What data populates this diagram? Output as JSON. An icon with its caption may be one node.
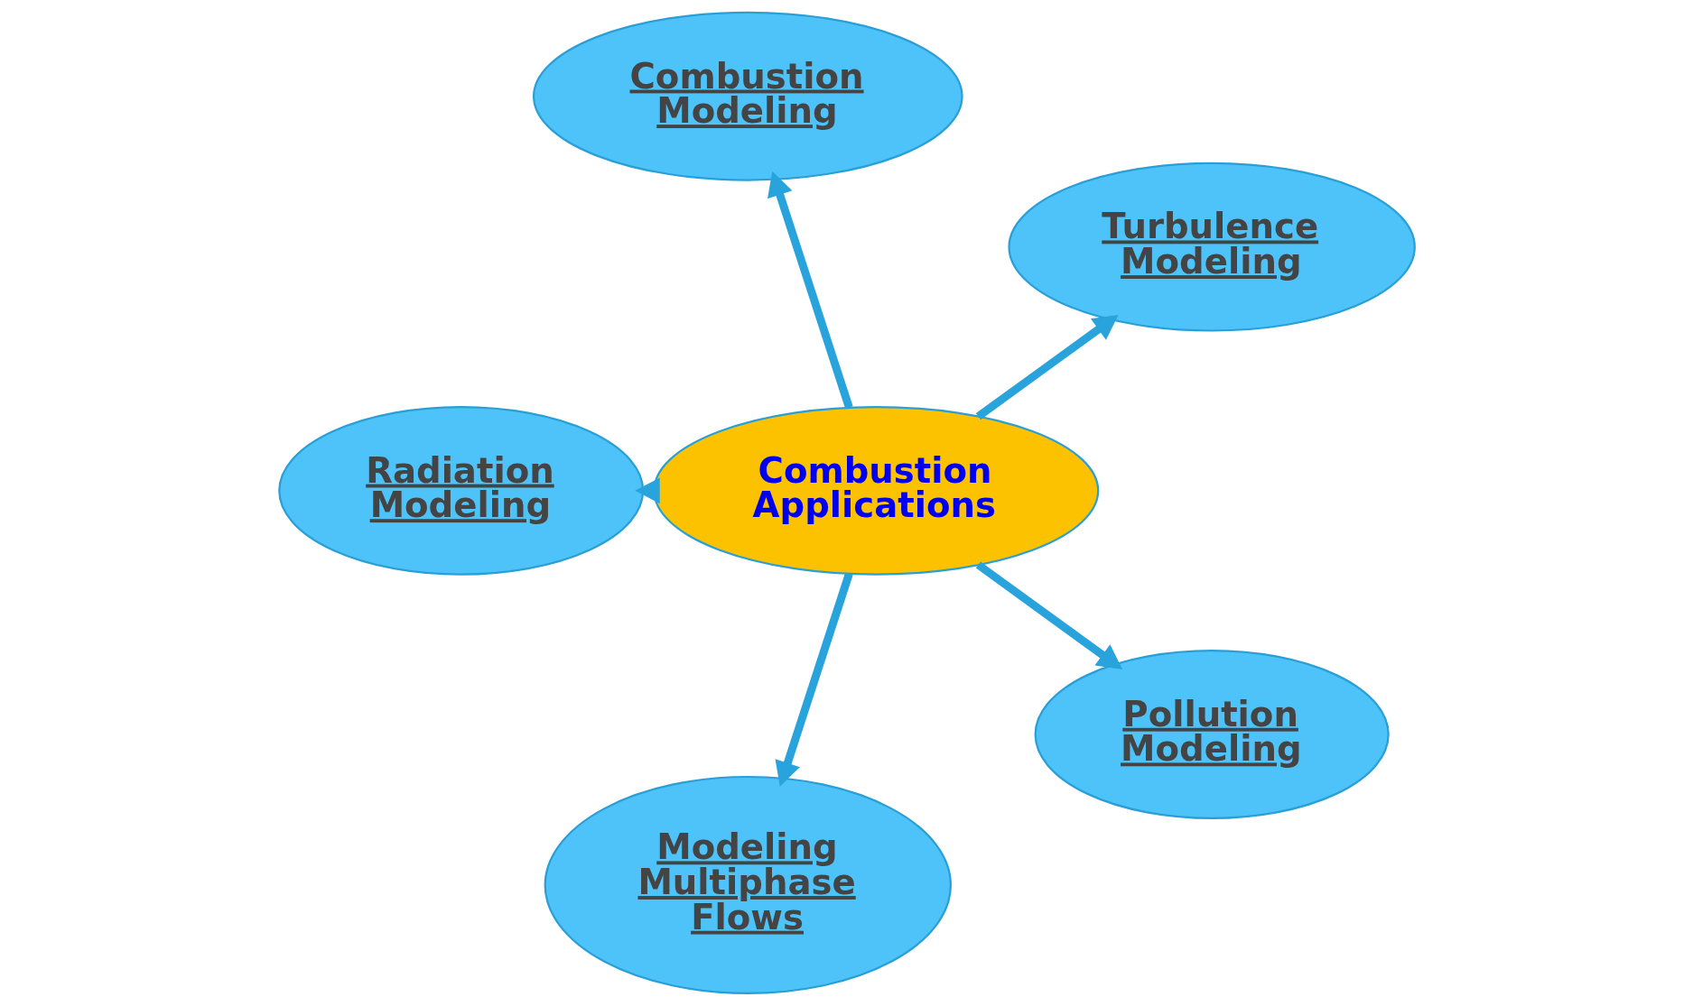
{
  "diagram": {
    "nodes": [
      {
        "text": [
          "Turbulence Modeling"
        ]
      },
      {
        "text": [
          "Combustion Modeling"
        ]
      },
      {
        "text": [
          "Combustion Applications"
        ]
      },
      {
        "text": [
          "Radiation Modeling"
        ]
      },
      {
        "text": [
          "Modeling Multiphase Flows"
        ]
      },
      {
        "text": [
          "Pollution Modeling"
        ]
      }
    ],
    "edges": [
      {
        "from": 2,
        "to": 0,
        "arrow": "to"
      },
      {
        "from": 2,
        "to": 1,
        "arrow": "to"
      },
      {
        "from": 2,
        "to": 3,
        "arrow": "to"
      },
      {
        "from": 2,
        "to": 4,
        "arrow": "to"
      },
      {
        "from": 2,
        "to": 5,
        "arrow": "to"
      }
    ]
  }
}
